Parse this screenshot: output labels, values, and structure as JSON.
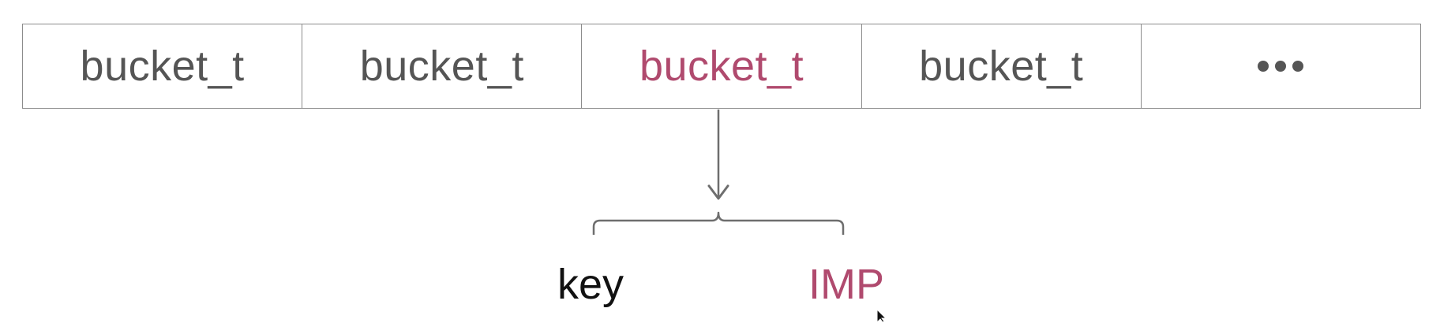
{
  "buckets": [
    {
      "label": "bucket_t",
      "highlighted": false
    },
    {
      "label": "bucket_t",
      "highlighted": false
    },
    {
      "label": "bucket_t",
      "highlighted": true
    },
    {
      "label": "bucket_t",
      "highlighted": false
    }
  ],
  "more_indicator": "ellipsis",
  "fields": {
    "key_label": "key",
    "imp_label": "IMP"
  },
  "colors": {
    "text": "#555555",
    "highlight": "#b04a6e",
    "border": "#8c8c8c",
    "arrow": "#6e6e6e"
  },
  "icons": {
    "arrow": "arrow-down-icon",
    "brace": "curly-brace-icon",
    "more": "ellipsis-icon",
    "pointer": "mouse-pointer-icon"
  }
}
